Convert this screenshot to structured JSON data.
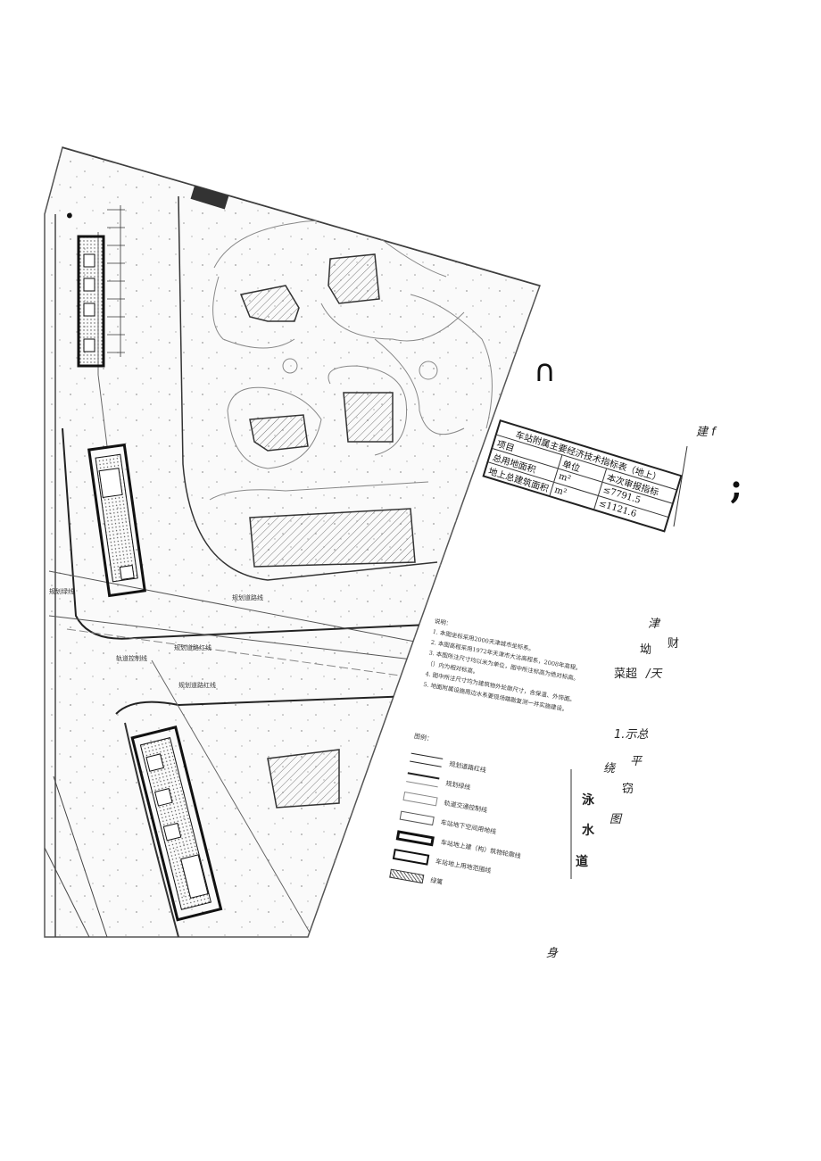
{
  "page": {
    "background": "#ffffff",
    "paper_color": "#ffffff",
    "line_color": "#222222"
  },
  "marks": {
    "bullet": "•",
    "arch": "∩",
    "semicolon": ";"
  },
  "table": {
    "title": "车站附属主要经济技术指标表（地上）",
    "headers": [
      "项目",
      "单位",
      "本次审报指标"
    ],
    "rows": [
      [
        "总用地面积",
        "m²",
        "≤7791.5"
      ],
      [
        "地上总建筑面积",
        "m²",
        "≤1121.6"
      ]
    ]
  },
  "notes": {
    "heading": "说明：",
    "lines": [
      "1. 本图坐标采用2000天津城市坐标系。",
      "2. 本图高程采用1972年天津市大沽高程系，2008年高程。",
      "3. 本图所注尺寸均以米为单位，图中所注标高为绝对标高。",
      "（）内为相对标高。",
      "4. 图中所注尺寸均为建筑物外轮廓尺寸，含保温、外饰面。",
      "5. 地面附属设施周边水系要现场踏勘复测一并实施建设。"
    ]
  },
  "legend": {
    "heading": "图例：",
    "items": [
      "规划道路红线",
      "规划绿线",
      "轨道交通控制线",
      "车站地下空间用地线",
      "车站地上建（构）筑物轮廓线",
      "车站地上用地范围线",
      "绿篱"
    ]
  },
  "plan_labels": {
    "road_a": "规划道路红线",
    "road_b": "规划道路线",
    "road_c": "轨道控制线",
    "road_d": "规划绿线",
    "road_e": "规划道路红线"
  },
  "side_text": {
    "t1": "建 f",
    "t2": "津",
    "t3": "坳",
    "t4": "财",
    "t5": "菜超",
    "t6": "/天",
    "t7": "1.示总",
    "t8": "绕",
    "t9": "平",
    "t10": "窃",
    "t11": "图",
    "t12": "身"
  },
  "vertical_text": [
    "泳",
    "水",
    "道"
  ]
}
